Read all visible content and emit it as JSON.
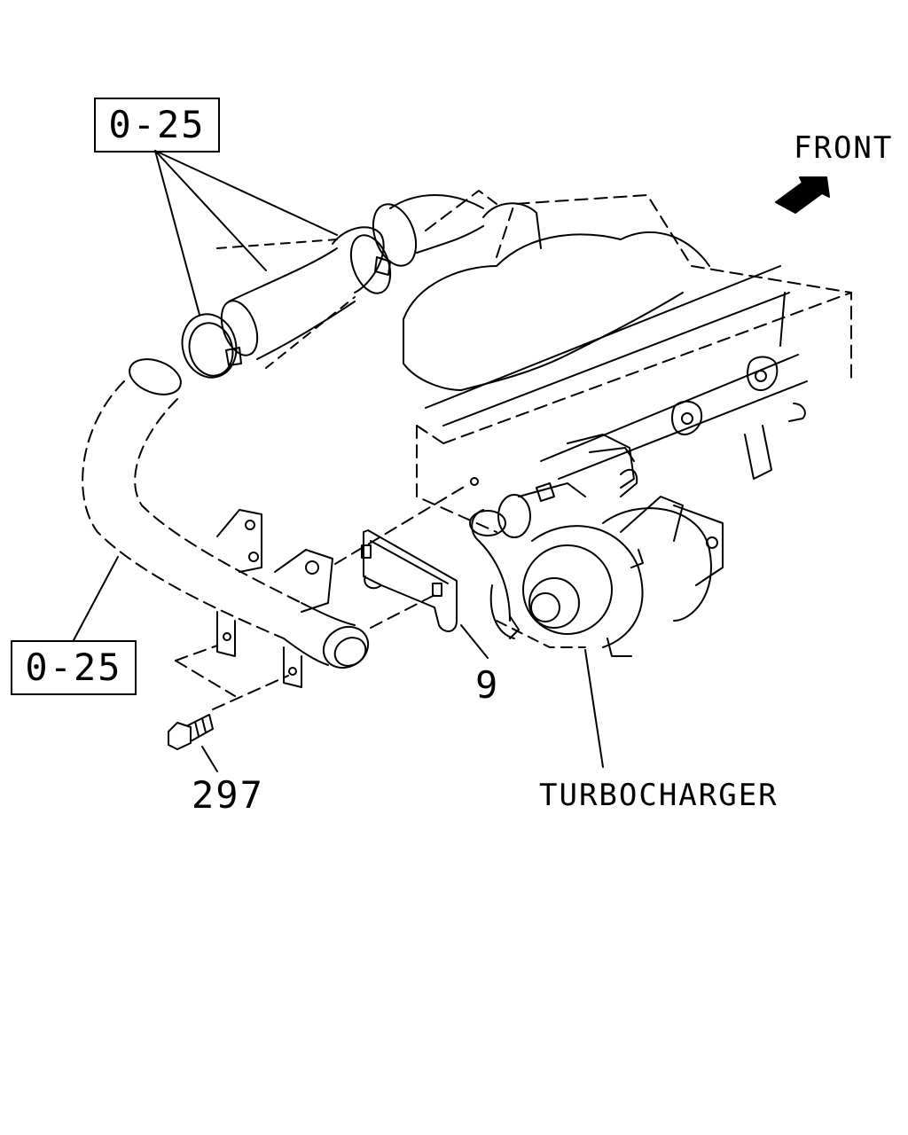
{
  "labels": {
    "ref_top": "0-25",
    "ref_bottom": "0-25",
    "front": "FRONT",
    "part_9": "9",
    "part_297": "297",
    "turbocharger": "TURBOCHARGER"
  },
  "icons": {
    "front_arrow": "front-direction-arrow-icon"
  },
  "colors": {
    "line": "#000000",
    "background": "#ffffff"
  }
}
